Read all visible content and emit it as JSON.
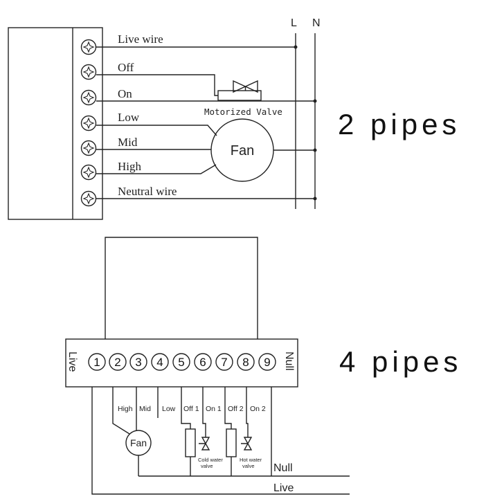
{
  "two_pipes": {
    "supply_labels": {
      "l": "L",
      "n": "N"
    },
    "wires": {
      "live": "Live wire",
      "off": "Off",
      "on": "On",
      "low": "Low",
      "mid": "Mid",
      "high": "High",
      "neutral": "Neutral wire"
    },
    "valve_label": "Motorized Valve",
    "fan_label": "Fan",
    "caption": "2 pipes"
  },
  "four_pipes": {
    "side_labels": {
      "left": "Live",
      "right": "Null"
    },
    "terminals": [
      "1",
      "2",
      "3",
      "4",
      "5",
      "6",
      "7",
      "8",
      "9"
    ],
    "wire_labels": [
      "High",
      "Mid",
      "Low",
      "Off 1",
      "On 1",
      "Off 2",
      "On 2"
    ],
    "fan_label": "Fan",
    "cold_valve_label": [
      "Cold water",
      "valve"
    ],
    "hot_valve_label": [
      "Hot water",
      "valve"
    ],
    "bus_labels": {
      "null": "Null",
      "live": "Live"
    },
    "caption": "4 pipes"
  }
}
